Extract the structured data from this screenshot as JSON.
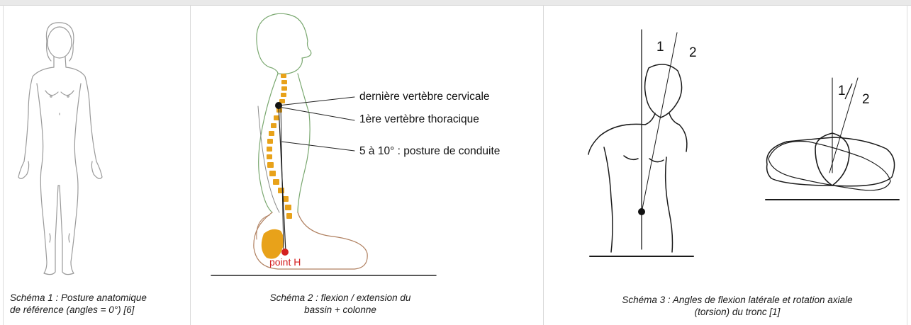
{
  "panel1": {
    "caption_line1": "Schéma 1 :  Posture anatomique",
    "caption_line2": "de référence (angles = 0°) [6]"
  },
  "panel2": {
    "label_cervical": "dernière vertèbre cervicale",
    "label_thoracic": "1ère vertèbre thoracique",
    "label_posture": "5 à 10° : posture de conduite",
    "label_point_h": "point H",
    "caption_line1": "Schéma 2 :  flexion / extension du",
    "caption_line2": "bassin + colonne"
  },
  "panel3": {
    "front_axis_1": "1",
    "front_axis_2": "2",
    "top_axis_1": "1",
    "top_axis_2": "2",
    "caption_line1": "Schéma 3 :  Angles de flexion latérale et rotation axiale",
    "caption_line2": "(torsion) du tronc  [1]"
  },
  "colors": {
    "spine": "#e8a21a",
    "point_h": "#d42020",
    "outline": "#8a8a8a",
    "green_outline": "#7aa870"
  }
}
